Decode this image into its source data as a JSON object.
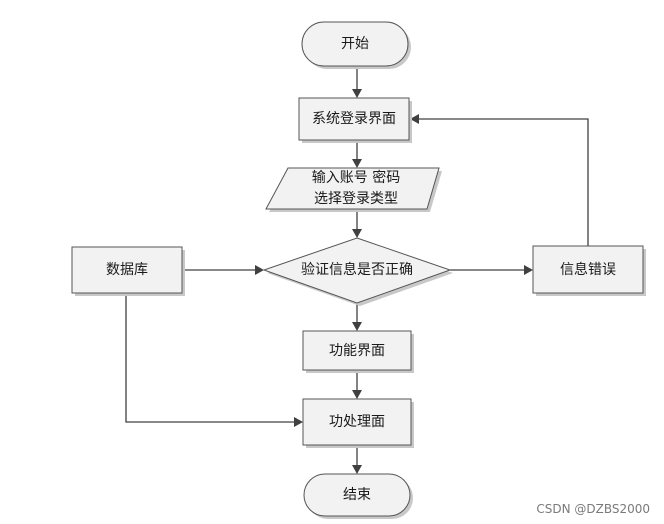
{
  "diagram": {
    "nodes": {
      "start": {
        "label": "开始",
        "shape": "terminator"
      },
      "login_page": {
        "label": "系统登录界面",
        "shape": "process"
      },
      "input": {
        "line1": "输入账号 密码",
        "line2": "选择登录类型",
        "shape": "data"
      },
      "verify": {
        "label": "验证信息是否正确",
        "shape": "decision"
      },
      "database": {
        "label": "数据库",
        "shape": "process"
      },
      "error": {
        "label": "信息错误",
        "shape": "process"
      },
      "function_page": {
        "label": "功能界面",
        "shape": "process"
      },
      "process_page": {
        "label": "功处理面",
        "shape": "process"
      },
      "end": {
        "label": "结束",
        "shape": "terminator"
      }
    },
    "edges": [
      {
        "from": "start",
        "to": "login_page"
      },
      {
        "from": "login_page",
        "to": "input"
      },
      {
        "from": "input",
        "to": "verify"
      },
      {
        "from": "database",
        "to": "verify"
      },
      {
        "from": "verify",
        "to": "error"
      },
      {
        "from": "error",
        "to": "login_page"
      },
      {
        "from": "verify",
        "to": "function_page"
      },
      {
        "from": "function_page",
        "to": "process_page"
      },
      {
        "from": "database",
        "to": "process_page"
      },
      {
        "from": "process_page",
        "to": "end"
      }
    ]
  },
  "watermark": "CSDN @DZBS2000"
}
